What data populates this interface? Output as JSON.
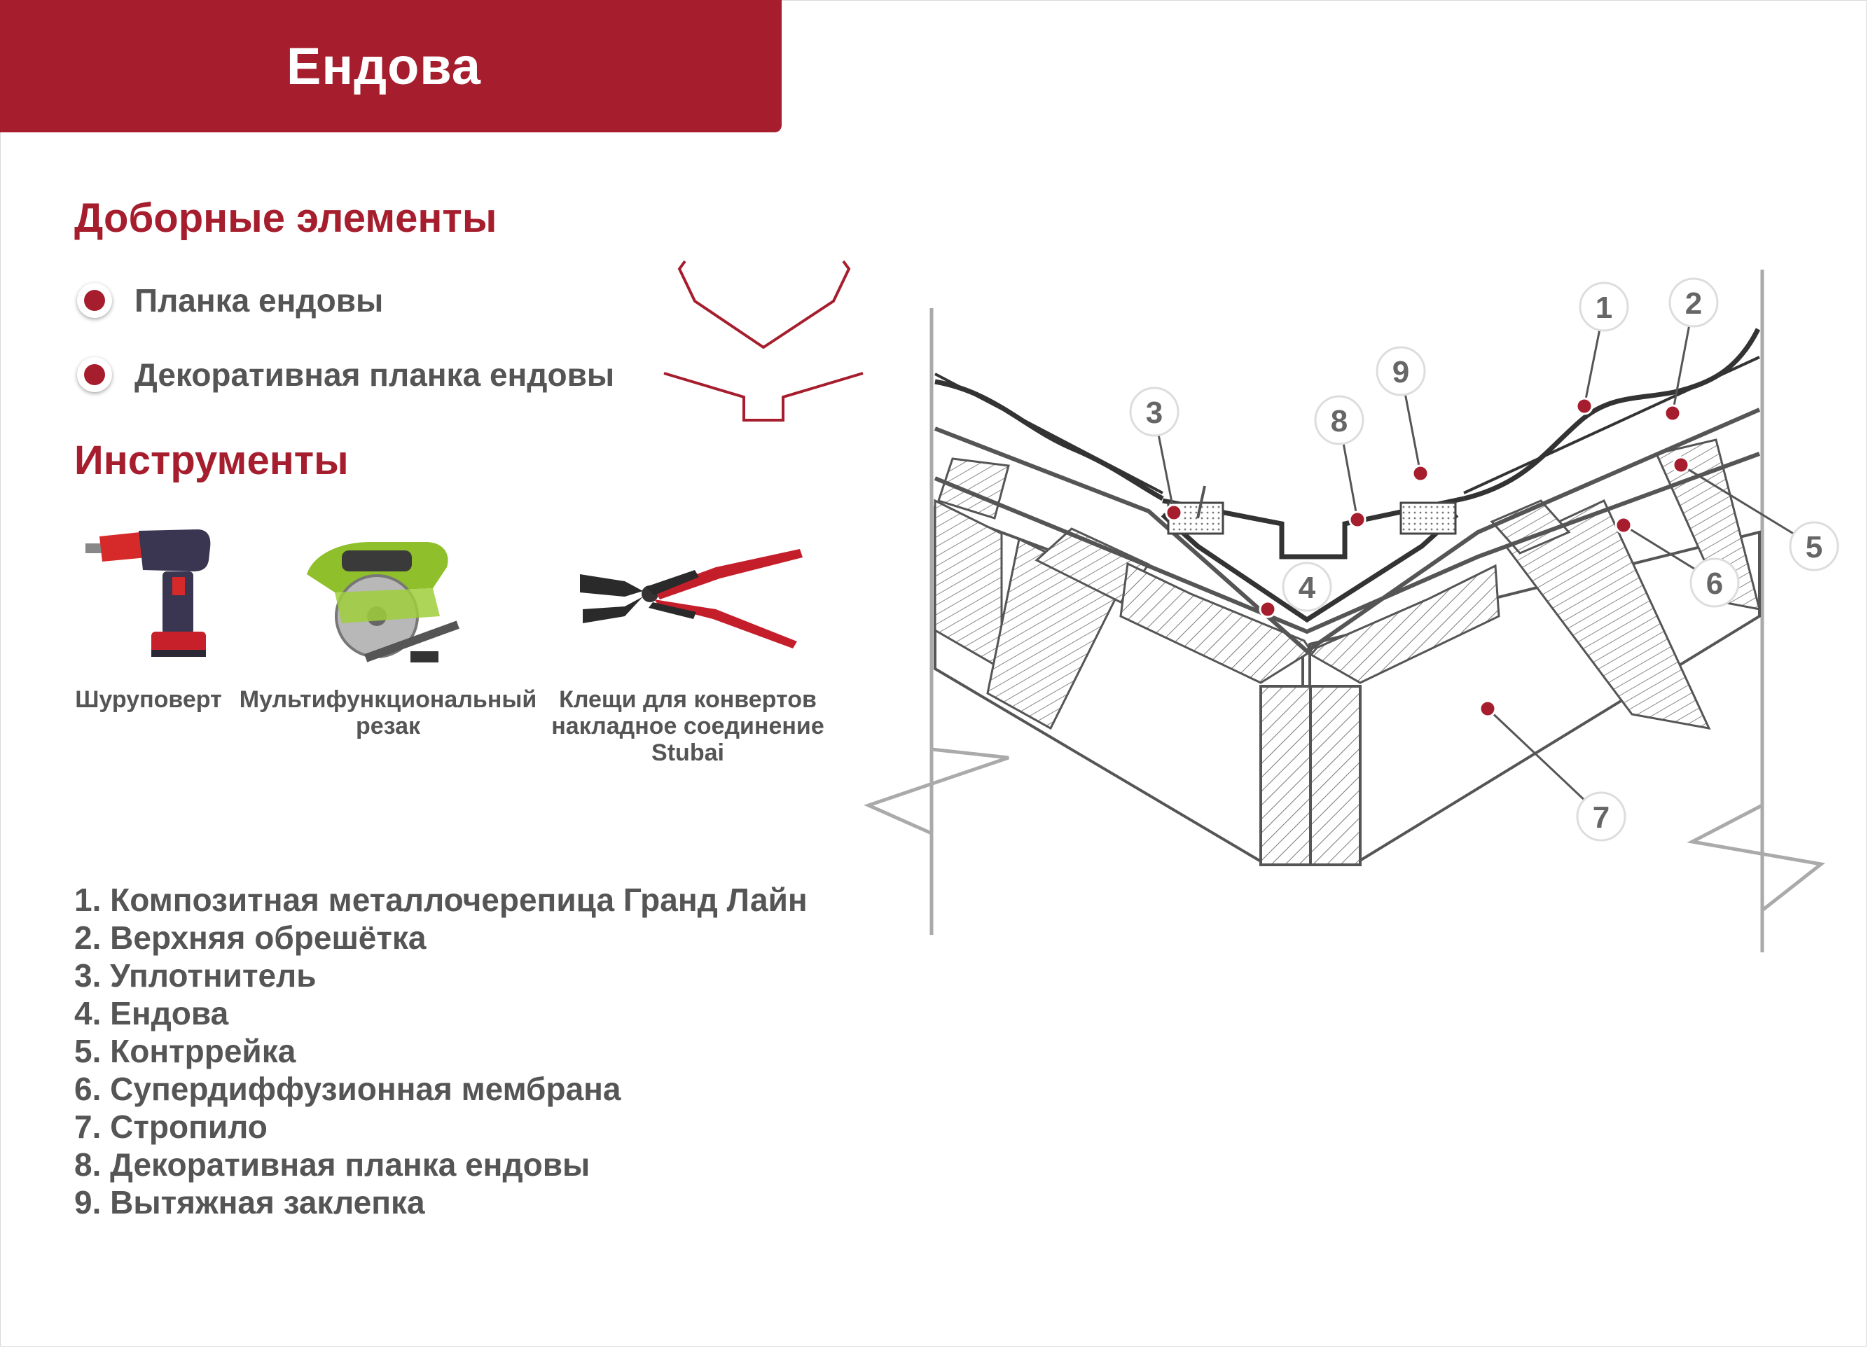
{
  "header": {
    "title": "Ендова"
  },
  "accessories": {
    "heading": "Доборные элементы",
    "items": [
      {
        "label": "Планка ендовы"
      },
      {
        "label": "Декоративная планка ендовы"
      }
    ]
  },
  "tools": {
    "heading": "Инструменты",
    "items": [
      {
        "label": "Шуруповерт",
        "icon": "screwdriver-icon"
      },
      {
        "label": "Мультифункциональный резак",
        "icon": "multi-cutter-icon"
      },
      {
        "label": "Клещи для конвертов накладное соединение Stubai",
        "icon": "pliers-icon"
      }
    ]
  },
  "legend": [
    "1. Композитная металлочерепица Гранд Лайн",
    "2. Верхняя обрешётка",
    "3. Уплотнитель",
    "4. Ендова",
    "5. Контррейка",
    "6. Супердиффузионная мембрана",
    "7. Стропило",
    "8. Декоративная планка ендовы",
    "9. Вытяжная заклепка"
  ],
  "diagram": {
    "callouts": [
      "1",
      "2",
      "3",
      "4",
      "5",
      "6",
      "7",
      "8",
      "9"
    ]
  },
  "colors": {
    "accent": "#a61e2e",
    "text": "#555555",
    "line": "#444444"
  }
}
